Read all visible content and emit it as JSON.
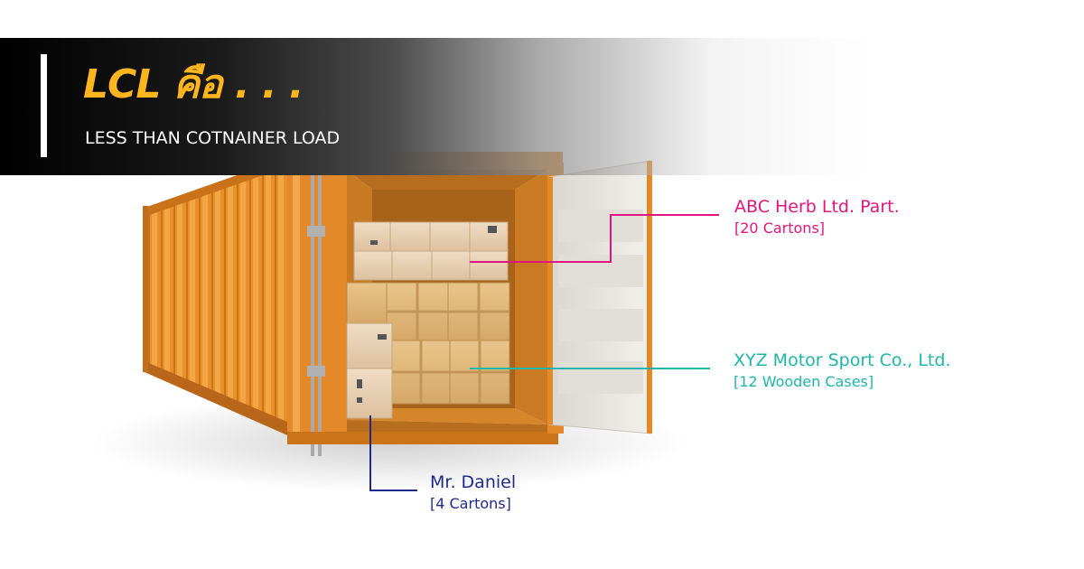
{
  "header": {
    "title": "LCL คือ . . .",
    "subtitle": "LESS THAN COTNAINER LOAD"
  },
  "callouts": [
    {
      "name": "ABC Herb Ltd. Part.",
      "qty": "[20 Cartons]",
      "color": "#e0157d"
    },
    {
      "name": "XYZ Motor Sport Co., Ltd.",
      "qty": "[12 Wooden Cases]",
      "color": "#1fb5a8"
    },
    {
      "name": "Mr. Daniel",
      "qty": "[4 Cartons]",
      "color": "#1e2a8c"
    }
  ],
  "colors": {
    "accent": "#ffb51e",
    "container": "#e8902a",
    "door": "#e9e7e3"
  }
}
